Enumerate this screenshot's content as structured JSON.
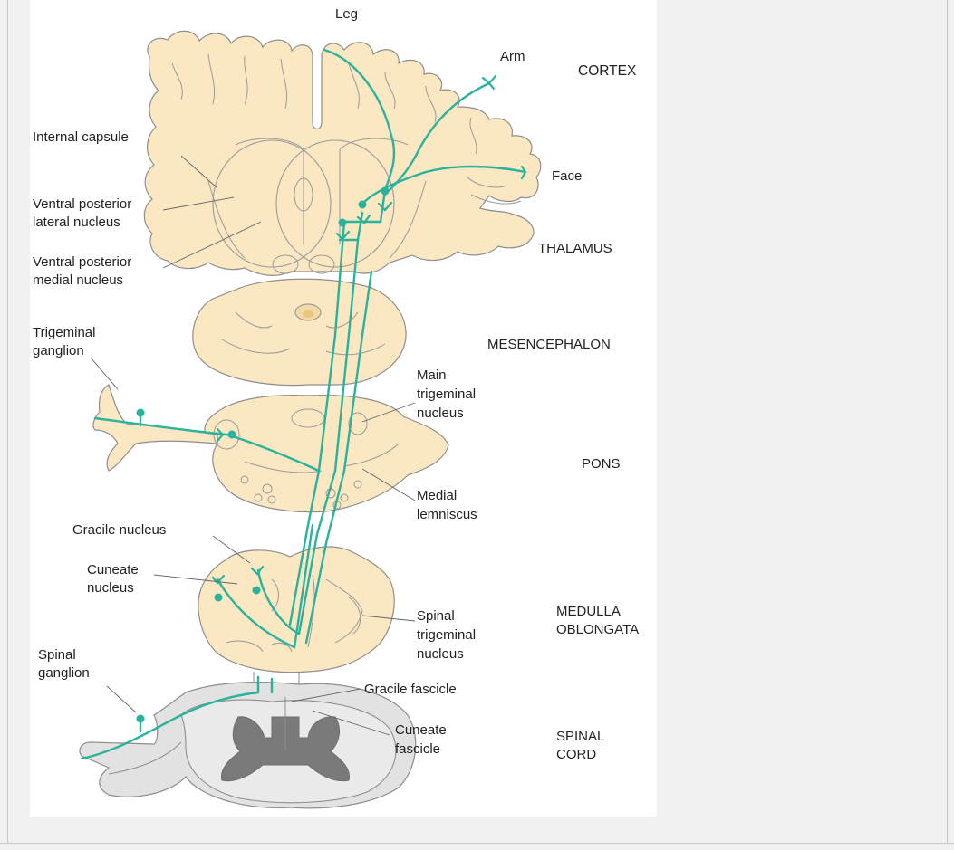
{
  "diagram": {
    "limb_labels": {
      "leg": "Leg",
      "arm": "Arm",
      "face": "Face"
    },
    "left_labels": {
      "internal_capsule": "Internal capsule",
      "vpl_1": "Ventral posterior",
      "vpl_2": "lateral nucleus",
      "vpm_1": "Ventral posterior",
      "vpm_2": "medial nucleus",
      "trig_gang_1": "Trigeminal",
      "trig_gang_2": "ganglion",
      "gracile_nucleus": "Gracile nucleus",
      "cuneate_1": "Cuneate",
      "cuneate_2": "nucleus",
      "spinal_gang_1": "Spinal",
      "spinal_gang_2": "ganglion"
    },
    "right_labels": {
      "main_trig_1": "Main",
      "main_trig_2": "trigeminal",
      "main_trig_3": "nucleus",
      "medial_lem_1": "Medial",
      "medial_lem_2": "lemniscus",
      "spinal_trig_1": "Spinal",
      "spinal_trig_2": "trigeminal",
      "spinal_trig_3": "nucleus",
      "gracile_fascicle": "Gracile fascicle",
      "cuneate_fascicle_1": "Cuneate",
      "cuneate_fascicle_2": "fascicle"
    },
    "levels": {
      "cortex": "CORTEX",
      "thalamus": "THALAMUS",
      "mesencephalon": "MESENCEPHALON",
      "pons": "PONS",
      "medulla_1": "MEDULLA",
      "medulla_2": "OBLONGATA",
      "spinal_1": "SPINAL",
      "spinal_2": "CORD"
    },
    "colors": {
      "tissue": "#fbe7c2",
      "outline": "#8e8e8e",
      "tract": "#2ab39c",
      "cord_gray": "#e2e2e2",
      "cord_dark": "#7a7a7a"
    }
  }
}
